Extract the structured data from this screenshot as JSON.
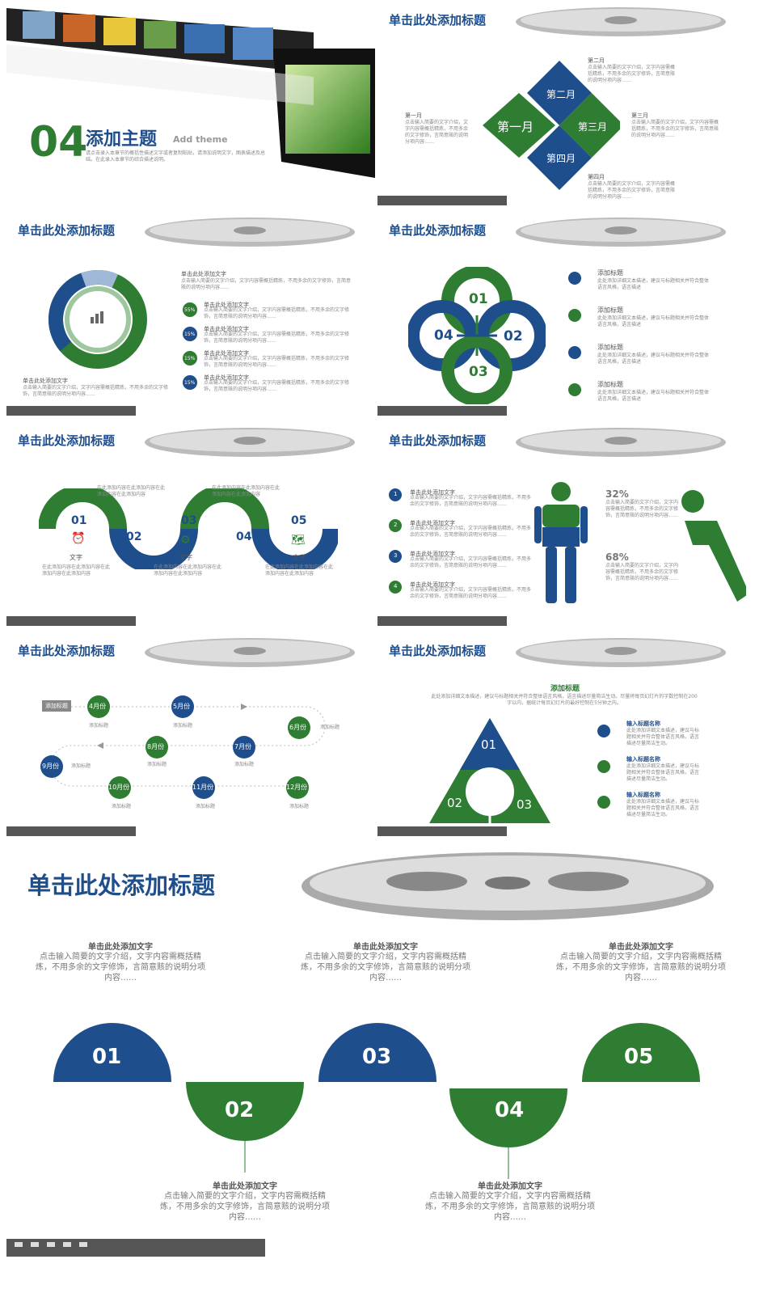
{
  "slide1": {
    "number": "04",
    "title": "添加主题",
    "subtitle": "Add theme",
    "desc": "请点击录入本章节的概括性描述文字或者复制粘贴，请添加说明文字，图表描述及总结。在此录入本章节的综合描述说明。"
  },
  "slide2": {
    "title": "单击此处添加标题",
    "center": "第一月",
    "top": "第二月",
    "right": "第三月",
    "bottom": "第四月",
    "notes": [
      {
        "label": "第一月",
        "text": "点击输入简要的文字介绍，文字内容需概括精炼，不用多余的文字修饰，言简意赅的说明分项内容……"
      },
      {
        "label": "第二月",
        "text": "点击输入简要的文字介绍，文字内容需概括精炼，不用多余的文字修饰，言简意赅的说明分项内容……"
      },
      {
        "label": "第三月",
        "text": "点击输入简要的文字介绍，文字内容需概括精炼，不用多余的文字修饰，言简意赅的说明分项内容……"
      },
      {
        "label": "第四月",
        "text": "点击输入简要的文字介绍，文字内容需概括精炼，不用多余的文字修饰，言简意赅的说明分项内容……"
      }
    ]
  },
  "slide3": {
    "title": "单击此处添加标题",
    "top_label": "单击此处添加文字",
    "top_text": "点击输入简要的文字介绍，文字内容需概括精炼，不用多余的文字修饰，言简意赅的说明分项内容……",
    "left_label": "单击此处添加文字",
    "left_text": "点击输入简要的文字介绍，文字内容需概括精炼，不用多余的文字修饰，言简意赅的说明分项内容……",
    "items": [
      {
        "pct": "55%",
        "label": "单击此处添加文字",
        "text": "点击输入简要的文字介绍，文字内容需概括精炼，不用多余的文字修饰，言简意赅的说明分项内容……"
      },
      {
        "pct": "15%",
        "label": "单击此处添加文字",
        "text": "点击输入简要的文字介绍，文字内容需概括精炼，不用多余的文字修饰，言简意赅的说明分项内容……"
      },
      {
        "pct": "15%",
        "label": "单击此处添加文字",
        "text": "点击输入简要的文字介绍，文字内容需概括精炼，不用多余的文字修饰，言简意赅的说明分项内容……"
      },
      {
        "pct": "15%",
        "label": "单击此处添加文字",
        "text": "点击输入简要的文字介绍，文字内容需概括精炼，不用多余的文字修饰，言简意赅的说明分项内容……"
      }
    ]
  },
  "slide4": {
    "title": "单击此处添加标题",
    "nums": [
      "01",
      "02",
      "03",
      "04"
    ],
    "items": [
      {
        "label": "添加标题",
        "text": "此处添加详细文本描述，建议与标题相关并符合整体语言风格，语言描述"
      },
      {
        "label": "添加标题",
        "text": "此处添加详细文本描述，建议与标题相关并符合整体语言风格，语言描述"
      },
      {
        "label": "添加标题",
        "text": "此处添加详细文本描述，建议与标题相关并符合整体语言风格，语言描述"
      },
      {
        "label": "添加标题",
        "text": "此处添加详细文本描述，建议与标题相关并符合整体语言风格，语言描述"
      }
    ]
  },
  "slide5": {
    "title": "单击此处添加标题",
    "nums": [
      "01",
      "02",
      "03",
      "04",
      "05"
    ],
    "top_text": [
      "在此添加内容在此添加内容在此添加内容在此添加内容",
      "在此添加内容在此添加内容在此添加内容在此添加内容"
    ],
    "word": "文字",
    "bottom_text": [
      "在此添加内容在此添加内容在此添加内容在此添加内容",
      "在此添加内容在此添加内容在此添加内容在此添加内容",
      "在此添加内容在此添加内容在此添加内容在此添加内容"
    ]
  },
  "slide6": {
    "title": "单击此处添加标题",
    "items": [
      {
        "num": "1",
        "label": "单击此处添加文字",
        "text": "点击输入简要的文字介绍，文字内容需概括精炼，不用多余的文字修饰，言简意赅的说明分项内容……"
      },
      {
        "num": "2",
        "label": "单击此处添加文字",
        "text": "点击输入简要的文字介绍，文字内容需概括精炼，不用多余的文字修饰，言简意赅的说明分项内容……"
      },
      {
        "num": "3",
        "label": "单击此处添加文字",
        "text": "点击输入简要的文字介绍，文字内容需概括精炼，不用多余的文字修饰，言简意赅的说明分项内容……"
      },
      {
        "num": "4",
        "label": "单击此处添加文字",
        "text": "点击输入简要的文字介绍，文字内容需概括精炼，不用多余的文字修饰，言简意赅的说明分项内容……"
      }
    ],
    "stats": [
      {
        "pct": "32%",
        "text": "点击输入简要的文字介绍，文字内容需概括精炼，不用多余的文字修饰，言简意赅的说明分项内容……"
      },
      {
        "pct": "68%",
        "text": "点击输入简要的文字介绍，文字内容需概括精炼，不用多余的文字修饰，言简意赅的说明分项内容……"
      }
    ]
  },
  "slide7": {
    "title": "单击此处添加标题",
    "start_tag": "添加标题",
    "months": [
      "4月份",
      "5月份",
      "6月份",
      "7月份",
      "8月份",
      "9月份",
      "10月份",
      "11月份",
      "12月份"
    ],
    "sub": "添加标题"
  },
  "slide8": {
    "title": "单击此处添加标题",
    "head": "添加标题",
    "head_text": "此处添加详细文本描述，建议与标题相关并符合整体语言风格，语言描述尽量简洁生动。尽量将每页幻灯片的字数控制在200字以内，据统计每页幻灯片的最好控制在5分钟之内。",
    "nums": [
      "01",
      "02",
      "03"
    ],
    "items": [
      {
        "label": "输入标题名称",
        "text": "此处添加详细文本描述，建议与标题相关并符合整体语言风格，语言描述尽量简洁生动。"
      },
      {
        "label": "输入标题名称",
        "text": "此处添加详细文本描述，建议与标题相关并符合整体语言风格，语言描述尽量简洁生动。"
      },
      {
        "label": "输入标题名称",
        "text": "此处添加详细文本描述，建议与标题相关并符合整体语言风格，语言描述尽量简洁生动。"
      }
    ]
  },
  "slide9": {
    "title": "单击此处添加标题",
    "nums": [
      "01",
      "02",
      "03",
      "04",
      "05"
    ],
    "label": "单击此处添加文字",
    "text": "点击输入简要的文字介绍，文字内容需概括精炼，不用多余的文字修饰，言简意赅的说明分项内容……"
  },
  "colors": {
    "blue": "#1f4e8c",
    "green": "#2e7d32"
  }
}
